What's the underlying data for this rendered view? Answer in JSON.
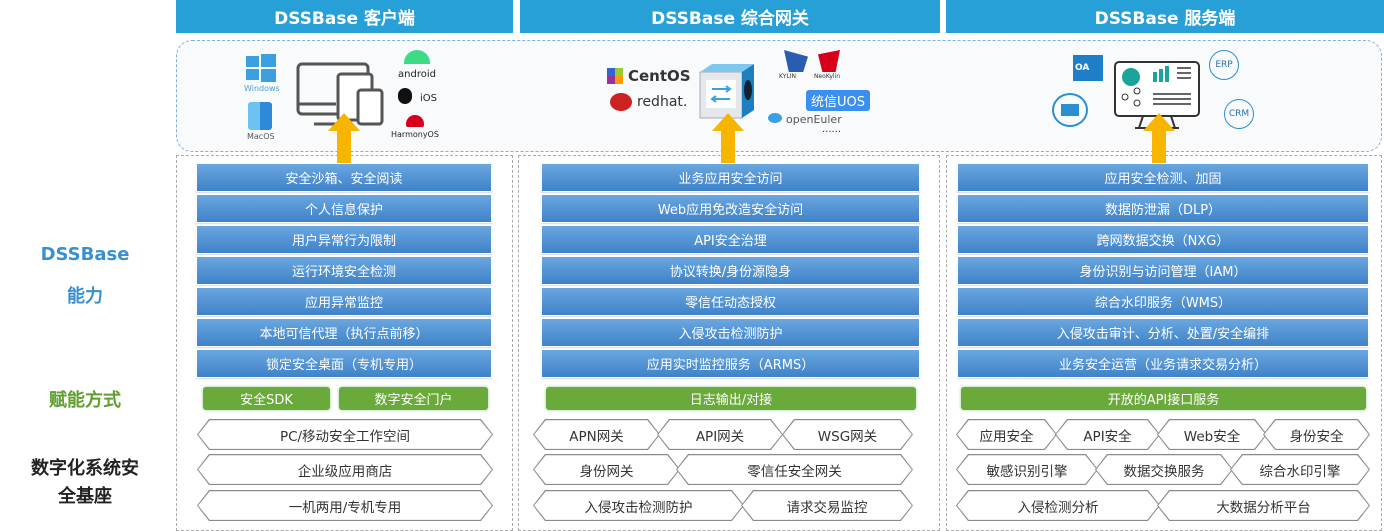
{
  "headers": [
    "DSSBase 客户端",
    "DSSBase 综合网关",
    "DSSBase 服务端"
  ],
  "left_labels": {
    "capability_1": "DSSBase",
    "capability_2": "能力",
    "enable_mode": "赋能方式",
    "base_1": "数字化系统安",
    "base_2": "全基座"
  },
  "icons": {
    "client": {
      "windows": "Windows",
      "macos": "MacOS",
      "android": "android",
      "ios": "iOS",
      "harmony": "HarmonyOS"
    },
    "gateway": {
      "centos": "CentOS",
      "redhat": "redhat.",
      "kylin": "KYLIN",
      "neokylin": "NeoKylin",
      "uos": "统信UOS",
      "openeuler": "openEuler",
      "more": "......"
    },
    "server": {
      "oa": "OA",
      "erp": "ERP",
      "crm": "CRM"
    }
  },
  "columns": [
    {
      "bars": [
        "安全沙箱、安全阅读",
        "个人信息保护",
        "用户异常行为限制",
        "运行环境安全检测",
        "应用异常监控",
        "本地可信代理（执行点前移）",
        "锁定安全桌面（专机专用）"
      ],
      "green": [
        "安全SDK",
        "数字安全门户"
      ],
      "hex_rows": [
        [
          "PC/移动安全工作空间"
        ],
        [
          "企业级应用商店"
        ],
        [
          "一机两用/专机专用"
        ]
      ]
    },
    {
      "bars": [
        "业务应用安全访问",
        "Web应用免改造安全访问",
        "API安全治理",
        "协议转换/身份源隐身",
        "零信任动态授权",
        "入侵攻击检测防护",
        "应用实时监控服务（ARMS）"
      ],
      "green": [
        "日志输出/对接"
      ],
      "hex_rows": [
        [
          "APN网关",
          "API网关",
          "WSG网关"
        ],
        [
          "身份网关",
          "零信任安全网关"
        ],
        [
          "入侵攻击检测防护",
          "请求交易监控"
        ]
      ]
    },
    {
      "bars": [
        "应用安全检测、加固",
        "数据防泄漏（DLP）",
        "跨网数据交换（NXG）",
        "身份识别与访问管理（IAM）",
        "综合水印服务（WMS）",
        "入侵攻击审计、分析、处置/安全编排",
        "业务安全运营（业务请求交易分析）"
      ],
      "green": [
        "开放的API接口服务"
      ],
      "hex_rows": [
        [
          "应用安全",
          "API安全",
          "Web安全",
          "身份安全"
        ],
        [
          "敏感识别引擎",
          "数据交换服务",
          "综合水印引擎"
        ],
        [
          "入侵检测分析",
          "大数据分析平台"
        ]
      ]
    }
  ],
  "colors": {
    "header": "#27a0d8",
    "bar": "#4a8fd0",
    "green": "#6aaa3a",
    "arrow": "#f7b500",
    "label_blue": "#3a8fd0"
  }
}
